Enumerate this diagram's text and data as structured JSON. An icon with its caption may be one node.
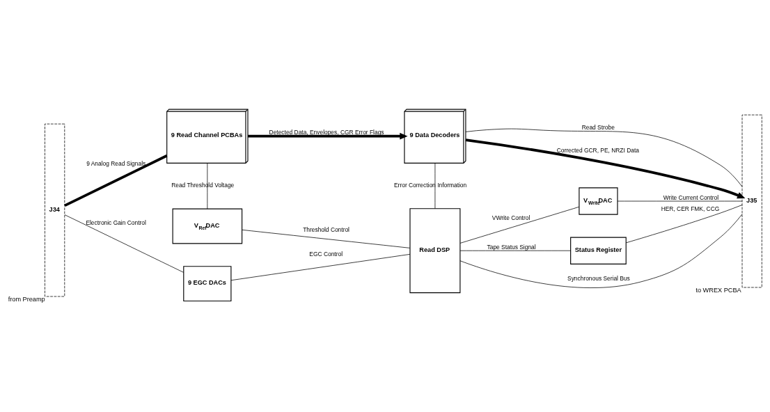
{
  "diagram": {
    "nodes": [
      {
        "text": [
          "J34"
        ],
        "beside": [
          "from Preamp"
        ]
      },
      {
        "text": [
          "9 Read Channel PCBAs"
        ]
      },
      {
        "text": [
          "9 Data Decoders"
        ]
      },
      {
        "text": [
          "J35"
        ],
        "beside": [
          "to WREX PCBA"
        ]
      },
      {
        "text": [
          "V$_{Ref}$DAC"
        ]
      },
      {
        "text": [
          "Read DSP"
        ]
      },
      {
        "text": [
          "V$_{Write}$DAC"
        ]
      },
      {
        "text": [
          "9 EGC DACs"
        ]
      },
      {
        "text": [
          "Status Register"
        ]
      }
    ],
    "edges": [
      {
        "from": 0,
        "to": 1,
        "arrow": "none",
        "style": "thick",
        "label": "9 Analog Read Signals"
      },
      {
        "from": 1,
        "to": 2,
        "arrow": "to",
        "style": "thick",
        "label": "Detected Data, Envelopes, CGR Error Flags"
      },
      {
        "from": 2,
        "to": 3,
        "arrow": "to",
        "style": "thick",
        "label": "Corrected GCR, PE, NRZI Data"
      },
      {
        "from": 2,
        "to": 3,
        "arrow": "none",
        "label": "Read Strobe"
      },
      {
        "from": 1,
        "to": 4,
        "arrow": "none",
        "label": "Read Threshold Voltage"
      },
      {
        "from": 2,
        "to": 5,
        "arrow": "none",
        "label": "Error Correction Information"
      },
      {
        "from": 4,
        "to": 5,
        "arrow": "none",
        "label": "Threshold Control"
      },
      {
        "from": 5,
        "to": 6,
        "arrow": "none",
        "label": "VWrite Control"
      },
      {
        "from": 6,
        "to": 3,
        "arrow": "none",
        "label": "Write Current Control"
      },
      {
        "from": 0,
        "to": 7,
        "arrow": "none",
        "label": "Electronic Gain Control"
      },
      {
        "from": 7,
        "to": 5,
        "arrow": "none",
        "label": "EGC Control"
      },
      {
        "from": 5,
        "to": 8,
        "arrow": "none",
        "label": "Tape Status Signal"
      },
      {
        "from": 8,
        "to": 3,
        "arrow": "none",
        "label": "HER, CER FMK, CCG"
      },
      {
        "from": 5,
        "to": 3,
        "arrow": "none",
        "label": "Synchronous Serial Bus"
      }
    ]
  }
}
